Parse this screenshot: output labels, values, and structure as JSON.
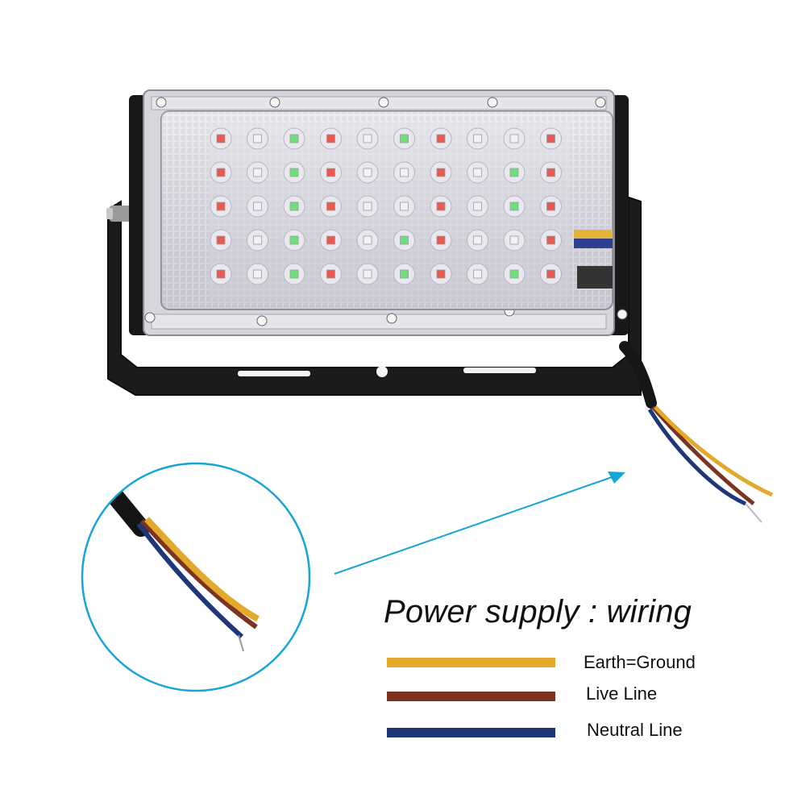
{
  "caption": {
    "title": "Power supply : wiring"
  },
  "legend": {
    "items": [
      {
        "label": "Earth=Ground",
        "color": "#e3a92a"
      },
      {
        "label": "Live Line",
        "color": "#7b3323"
      },
      {
        "label": "Neutral Line",
        "color": "#1d3779"
      }
    ]
  },
  "colors": {
    "pointer": "#17a4d9",
    "housing": "#1a1a1a",
    "led_red": "#e85a4f",
    "led_green": "#6ee07a",
    "led_white": "#f2f2f2"
  },
  "icons": [
    "flood-light-photo",
    "cable-closeup-magnifier",
    "pointer-arrow"
  ]
}
